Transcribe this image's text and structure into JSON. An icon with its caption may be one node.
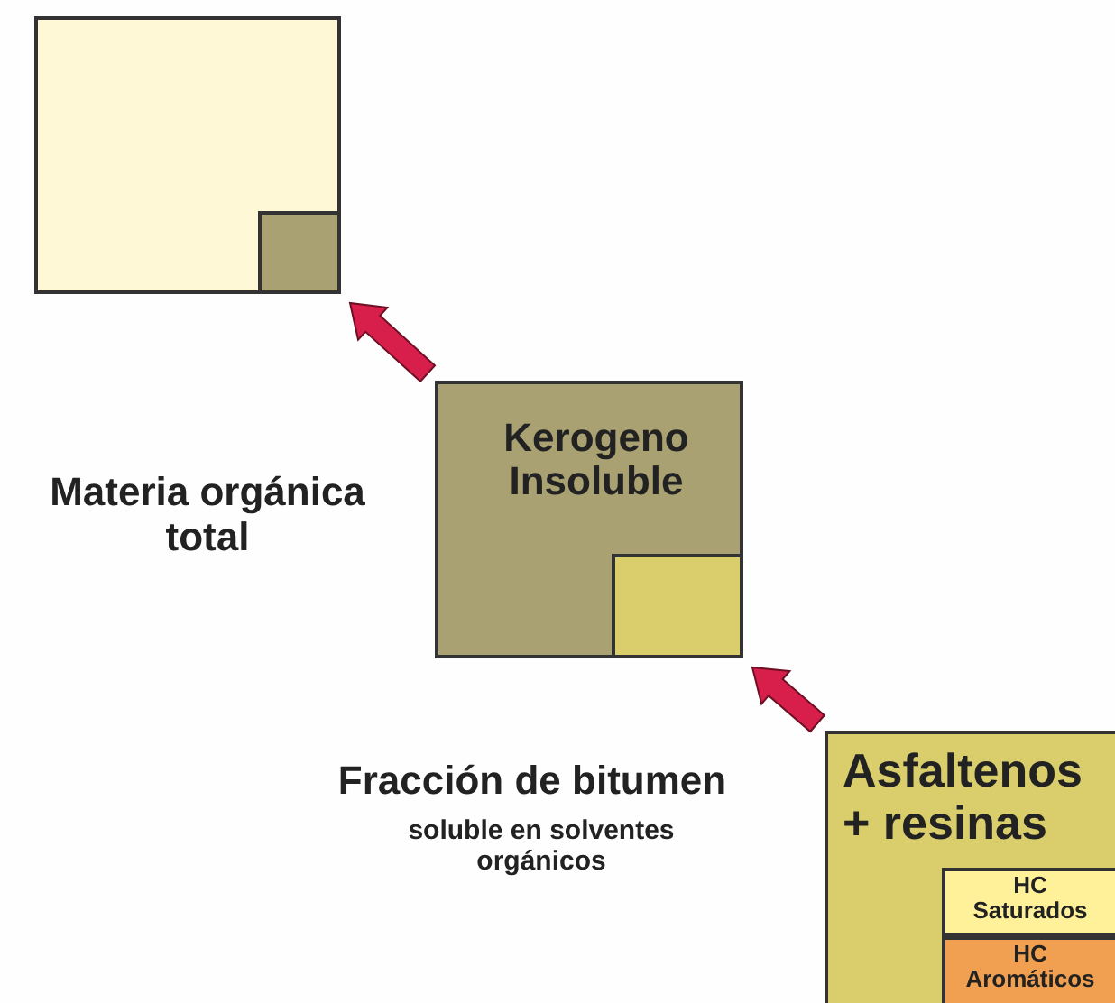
{
  "diagram": {
    "nodes": [
      {
        "text": [],
        "shape": "box"
      },
      {
        "text": [],
        "shape": "box",
        "in": 0
      },
      {
        "text": [
          "Kerogeno Insoluble"
        ]
      },
      {
        "text": [],
        "shape": "box",
        "in": 2
      },
      {
        "text": [
          "Asfaltenos + resinas"
        ]
      },
      {
        "text": [
          "HC Saturados"
        ],
        "in": 4
      },
      {
        "text": [
          "HC Aromáticos"
        ],
        "in": 4
      }
    ],
    "edges": [
      {
        "from": 2,
        "to": 1,
        "arrow": "to"
      },
      {
        "from": 4,
        "to": 3,
        "arrow": "to"
      }
    ],
    "labels": [
      "Materia orgánica total",
      "Fracción de bitumen",
      "soluble en solventes orgánicos"
    ]
  }
}
